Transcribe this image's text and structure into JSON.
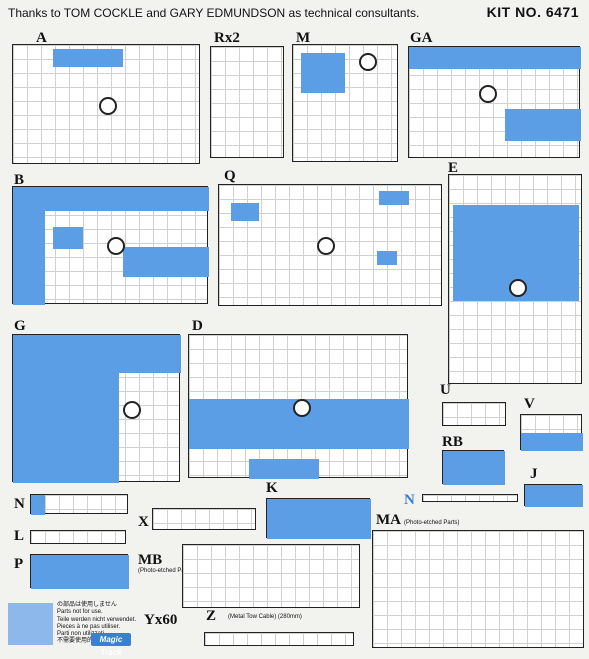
{
  "header": {
    "thanks": "Thanks to TOM COCKLE and GARY EDMUNDSON as technical consultants.",
    "kit_no": "KIT NO. 6471"
  },
  "labels": {
    "A": "A",
    "Rx2": "Rx2",
    "M": "M",
    "GA": "GA",
    "B": "B",
    "Q": "Q",
    "E": "E",
    "G": "G",
    "D": "D",
    "U": "U",
    "V": "V",
    "RB": "RB",
    "J": "J",
    "N": "N",
    "K": "K",
    "N2": "N",
    "L": "L",
    "X": "X",
    "MA": "MA",
    "MB": "MB",
    "P": "P",
    "Yx60": "Yx60",
    "Z": "Z"
  },
  "notes": {
    "ma": "(Photo-etched Parts)",
    "mb": "(Photo-etched Parts)",
    "z": "(Metal Tow Cable) (280mm)"
  },
  "legend": {
    "lines": [
      "の部品は使用しません",
      "Parts not for use.",
      "Teile werden nicht verwendet.",
      "Pieces à ne pas utiliser.",
      "Parti non utilizzati.",
      "不需要使用的部件"
    ],
    "brand": "Magic Track"
  }
}
